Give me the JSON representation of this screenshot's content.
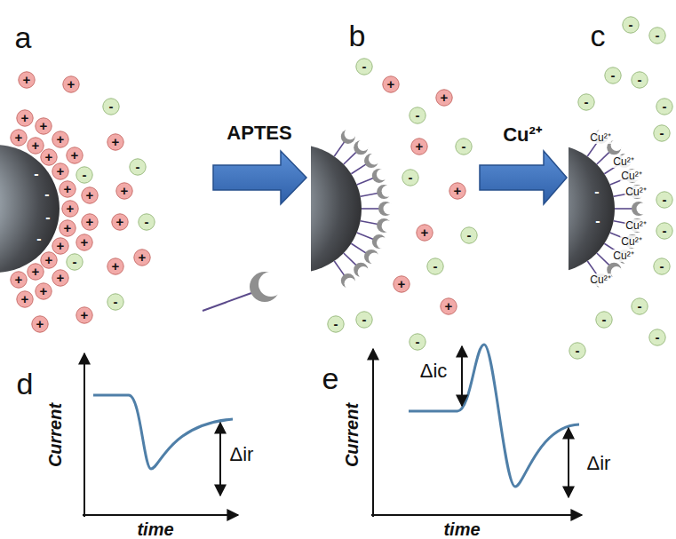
{
  "diagram": {
    "nodes": [
      {
        "text": [
          "+"
        ]
      },
      {
        "text": [
          "+"
        ]
      },
      {
        "text": [
          "+"
        ]
      },
      {
        "text": [
          "+"
        ]
      },
      {
        "text": [
          "+"
        ]
      },
      {
        "text": [
          "+"
        ]
      },
      {
        "text": [
          "+"
        ]
      },
      {
        "text": [
          "+"
        ]
      },
      {
        "text": [
          "+"
        ]
      },
      {
        "text": [
          "+"
        ]
      },
      {
        "text": [
          "+"
        ]
      },
      {
        "text": [
          "+"
        ]
      },
      {
        "text": [
          "+"
        ]
      },
      {
        "text": [
          "+"
        ]
      },
      {
        "text": [
          "+"
        ]
      },
      {
        "text": [
          "-"
        ]
      },
      {
        "text": [
          "+"
        ]
      },
      {
        "text": [
          "+"
        ]
      },
      {
        "text": [
          "+"
        ]
      },
      {
        "text": [
          "-"
        ]
      },
      {
        "text": [
          "+"
        ]
      },
      {
        "text": [
          "+"
        ]
      },
      {
        "text": [
          "+"
        ]
      },
      {
        "text": [
          "+"
        ]
      },
      {
        "text": [
          "+"
        ]
      },
      {
        "text": [
          "-"
        ]
      },
      {
        "text": [
          "+"
        ]
      },
      {
        "text": [
          "+"
        ]
      },
      {
        "text": [
          "-"
        ]
      },
      {
        "text": [
          "+"
        ]
      },
      {
        "text": [
          "-"
        ]
      },
      {
        "text": [
          "+"
        ]
      },
      {
        "text": [
          "+"
        ]
      },
      {
        "text": [
          "+"
        ]
      },
      {
        "text": [
          "+"
        ]
      },
      {
        "text": [
          "-"
        ]
      },
      {
        "text": [
          "+"
        ]
      },
      {
        "text": [
          "+"
        ]
      },
      {
        "text": [
          "+"
        ]
      },
      {
        "text": [
          "+"
        ]
      },
      {
        "text": [
          "+"
        ]
      },
      {
        "text": [
          "+"
        ]
      },
      {
        "text": [
          "+"
        ]
      },
      {
        "text": [
          "-"
        ]
      },
      {
        "text": [
          "-"
        ]
      },
      {
        "text": [
          "-"
        ]
      },
      {
        "text": [
          "-"
        ]
      },
      {
        "text": [
          "-"
        ]
      },
      {
        "text": [
          "-"
        ]
      },
      {
        "text": [
          "-"
        ]
      },
      {
        "text": [
          "-"
        ]
      },
      {
        "text": [
          "-"
        ]
      },
      {
        "text": [
          "-"
        ]
      },
      {
        "text": [
          "-"
        ]
      },
      {
        "text": [
          "-"
        ]
      },
      {
        "text": [
          "-"
        ]
      },
      {
        "text": [
          "-"
        ]
      },
      {
        "text": [
          "-"
        ]
      },
      {
        "text": [
          "-"
        ]
      },
      {
        "text": [
          "-"
        ]
      },
      {
        "text": [
          "-"
        ]
      },
      {
        "text": [
          "-"
        ]
      },
      {
        "text": [
          "-"
        ]
      },
      {
        "text": [
          "-"
        ]
      },
      {
        "text": [
          "-"
        ]
      },
      {
        "text": [
          "-"
        ]
      }
    ],
    "labels": [
      "a",
      "APTES",
      "-",
      "-",
      "-",
      "-",
      "b",
      "Cu²⁺",
      "c",
      "-",
      "-",
      "Cu²⁺",
      "Cu²⁺",
      "Cu²⁺",
      "Cu²⁺",
      "Cu²⁺",
      "Cu²⁺",
      "Cu²⁺",
      "Cu²⁺",
      "d",
      "Current",
      "time",
      "Δir",
      "e",
      "Δic",
      "Current",
      "time",
      "Δir"
    ]
  }
}
